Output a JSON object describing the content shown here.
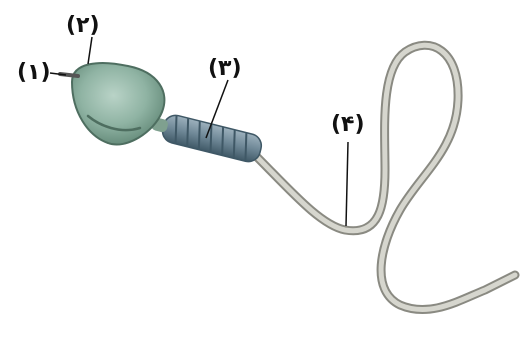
{
  "labels": [
    {
      "id": "1",
      "text": "(۱)",
      "part": "acrosome-tip"
    },
    {
      "id": "2",
      "text": "(۲)",
      "part": "head"
    },
    {
      "id": "3",
      "text": "(۳)",
      "part": "midpiece"
    },
    {
      "id": "4",
      "text": "(۴)",
      "part": "tail"
    }
  ],
  "colors": {
    "head": "#8fb3a3",
    "head_dark": "#5f8574",
    "midpiece": "#6e8796",
    "midpiece_dark": "#3f5866",
    "tail": "#d6d6ce",
    "tail_edge": "#8a8a82",
    "leader_line": "#111111"
  }
}
